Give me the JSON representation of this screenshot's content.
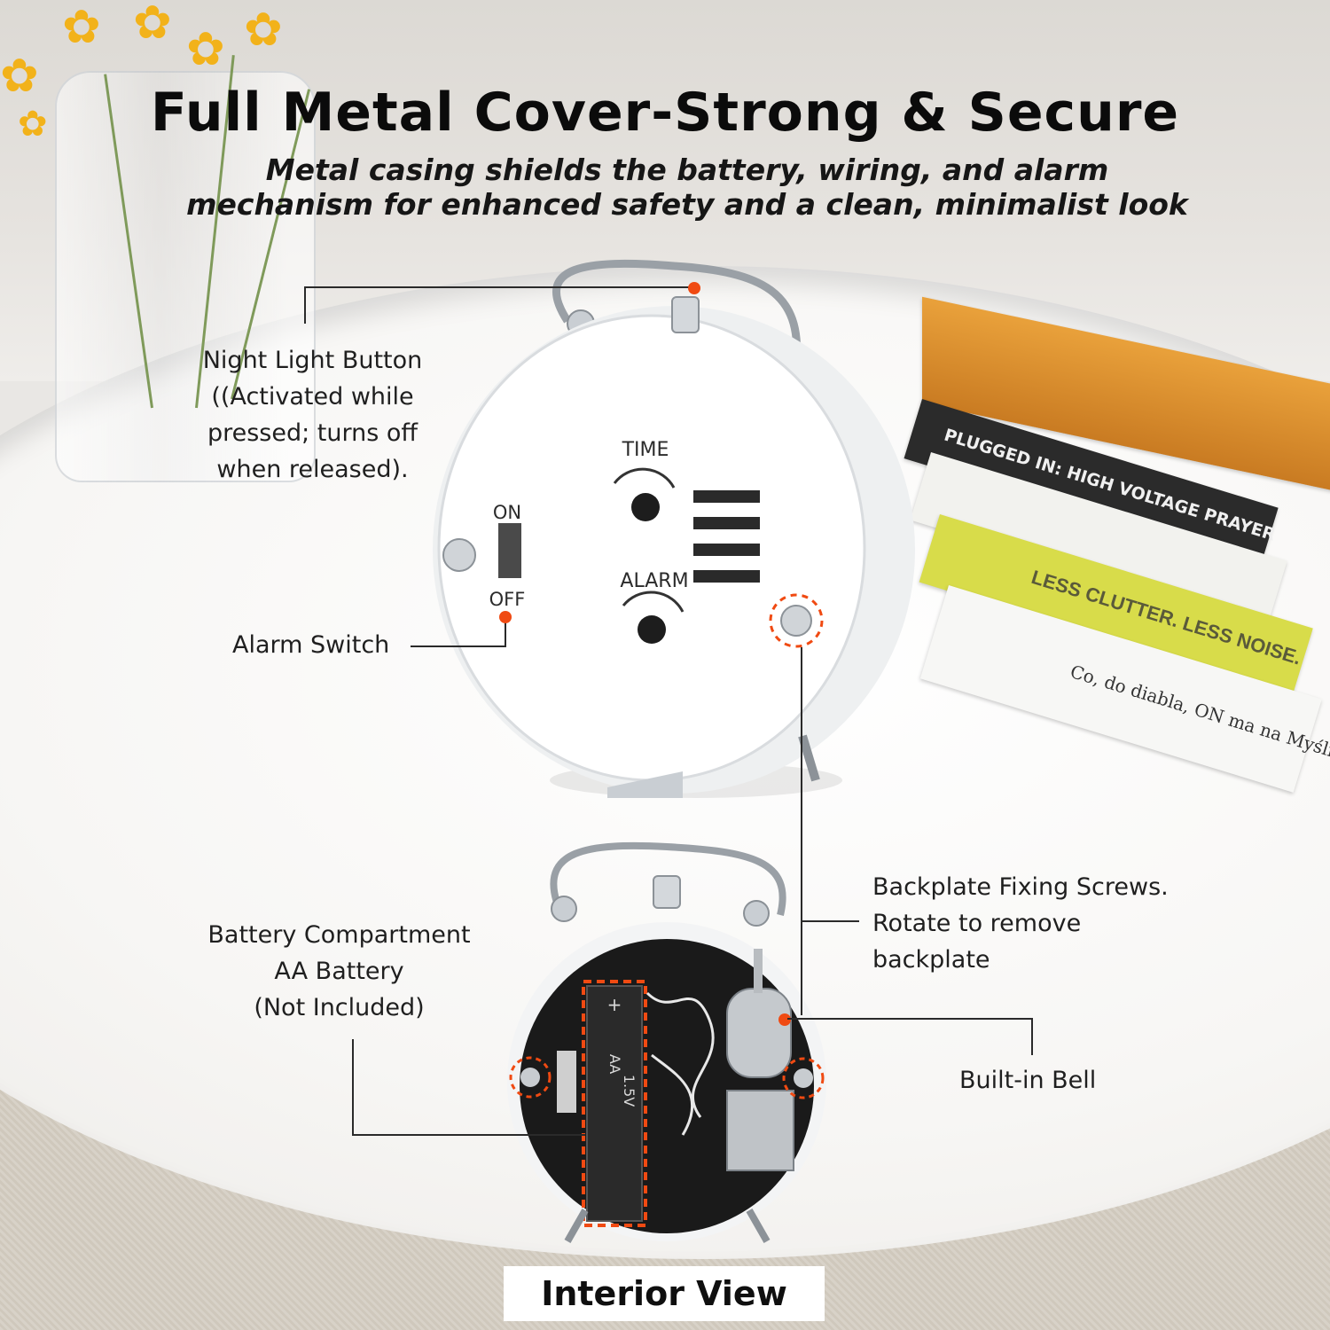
{
  "title": "Full Metal Cover-Strong & Secure",
  "subtitle": {
    "line1": "Metal casing shields the battery, wiring, and alarm",
    "line2": "mechanism for enhanced safety and a clean, minimalist look"
  },
  "clock_face": {
    "on_label": "ON",
    "off_label": "OFF",
    "time_label": "TIME",
    "alarm_label": "ALARM"
  },
  "battery_markings": {
    "plus": "+",
    "type": "AA",
    "voltage": "1.5V"
  },
  "callouts": {
    "night_light": {
      "line1": "Night Light Button",
      "line2": "((Activated while",
      "line3": "pressed; turns off",
      "line4": "when released)."
    },
    "alarm_switch": "Alarm Switch",
    "backplate_screws": {
      "line1": "Backplate Fixing Screws.",
      "line2": "Rotate to remove",
      "line3": "backplate"
    },
    "battery_compartment": {
      "line1": "Battery Compartment",
      "line2": "AA Battery",
      "line3": "(Not Included)"
    },
    "built_in_bell": "Built-in Bell"
  },
  "book_spines": {
    "top_book": "PLUGGED IN: HIGH VOLTAGE PRAYER",
    "middle_book": "LESS CLUTTER. LESS NOISE.",
    "bottom_book": "Co, do diabla, ON ma na Myśli?"
  },
  "caption": "Interior View",
  "colors": {
    "accent": "#f04a12",
    "text": "#1f1f1f"
  }
}
